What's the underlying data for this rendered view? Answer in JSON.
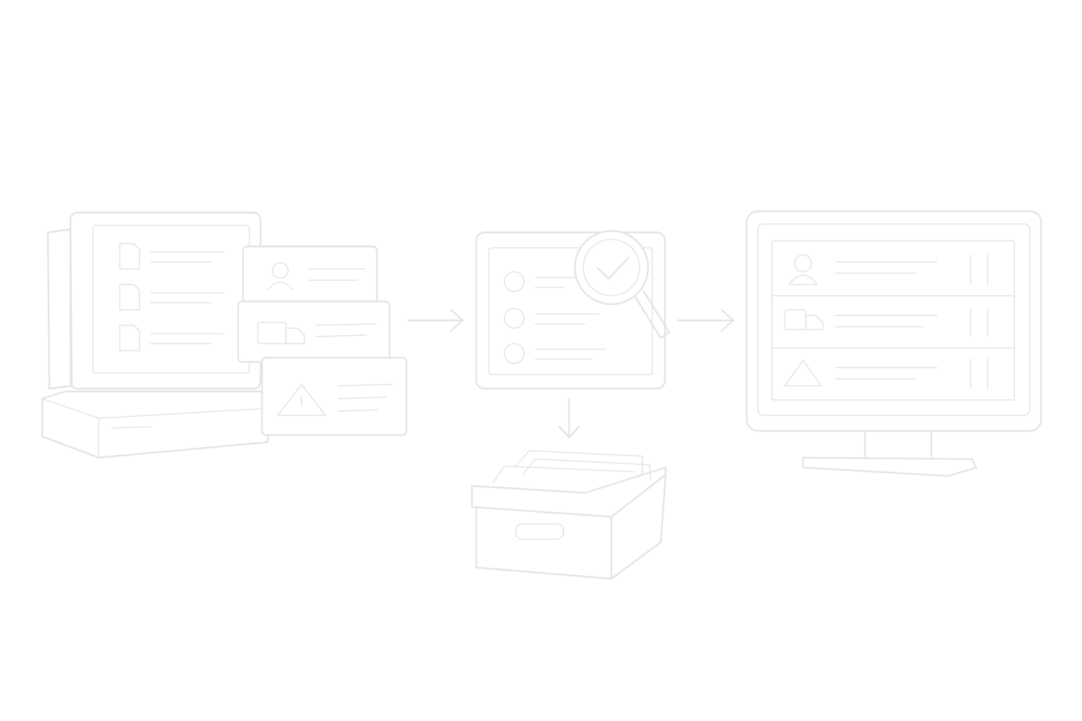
{
  "diagram": {
    "style": "line-art",
    "colors": {
      "background": "#ffffff",
      "stroke": "#e4e4e4"
    },
    "nodes": [
      {
        "id": "legacy-records-station",
        "icon": "desktop-with-file-cards-icon"
      },
      {
        "id": "review-document",
        "icon": "document-with-magnifier-check-icon"
      },
      {
        "id": "archive-box",
        "icon": "archive-box-icon"
      },
      {
        "id": "modern-dashboard",
        "icon": "monitor-with-records-table-icon"
      }
    ],
    "edges": [
      {
        "from": "legacy-records-station",
        "to": "review-document",
        "direction": "right"
      },
      {
        "from": "review-document",
        "to": "modern-dashboard",
        "direction": "right"
      },
      {
        "from": "review-document",
        "to": "archive-box",
        "direction": "down"
      }
    ]
  }
}
